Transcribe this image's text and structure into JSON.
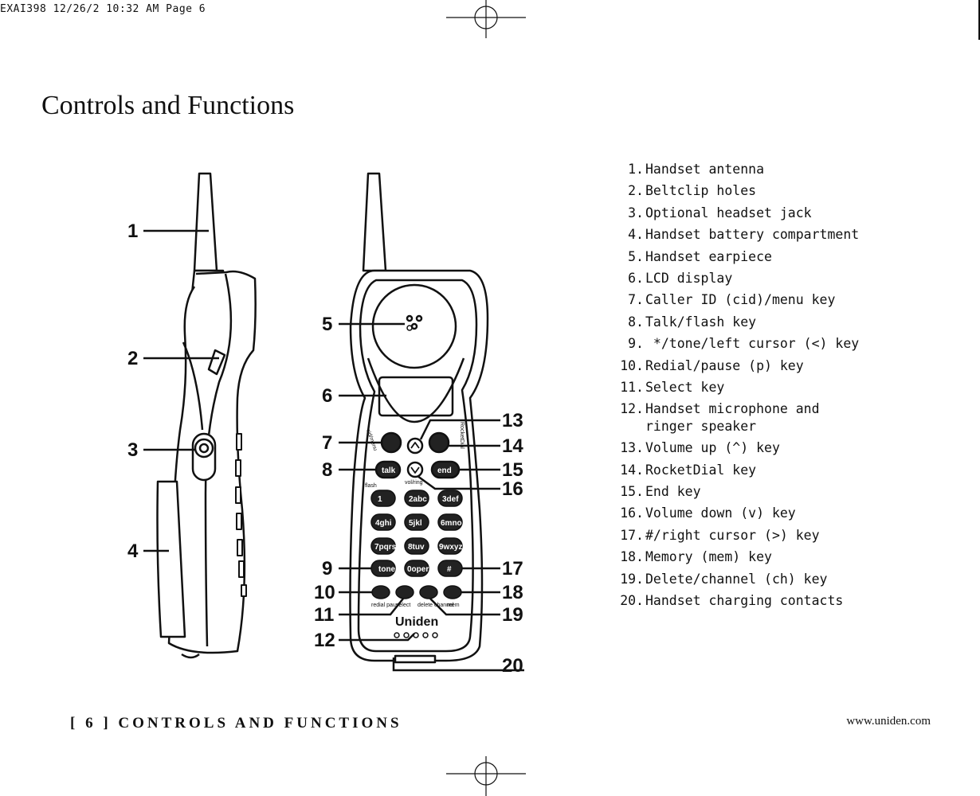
{
  "header": {
    "print_info": "EXAI398  12/26/2 10:32 AM  Page 6"
  },
  "title": "Controls and Functions",
  "callouts": [
    "1",
    "2",
    "3",
    "4",
    "5",
    "6",
    "7",
    "8",
    "9",
    "10",
    "11",
    "12",
    "13",
    "14",
    "15",
    "16",
    "17",
    "18",
    "19",
    "20"
  ],
  "keys": {
    "talk": "talk",
    "end": "end",
    "flash": "flash",
    "vol_ring": "vol/ring",
    "k1": "1",
    "k2": "2abc",
    "k3": "3def",
    "k4": "4ghi",
    "k5": "5jkl",
    "k6": "6mno",
    "k7": "7pqrs",
    "k8": "8tuv",
    "k9": "9wxyz",
    "kstar": "tone",
    "k0": "0oper",
    "khash": "#",
    "redial": "redial pause",
    "select": "select",
    "delete": "delete channel",
    "mem": "mem",
    "cid_menu": "cid/menu",
    "rocketdial": "RocketDial",
    "brand": "Uniden"
  },
  "items": [
    {
      "num": "1.",
      "text": "Handset antenna"
    },
    {
      "num": "2.",
      "text": "Beltclip holes"
    },
    {
      "num": "3.",
      "text": "Optional headset jack"
    },
    {
      "num": "4.",
      "text": "Handset battery compartment"
    },
    {
      "num": "5.",
      "text": "Handset earpiece"
    },
    {
      "num": "6.",
      "text": "LCD display"
    },
    {
      "num": "7.",
      "text": "Caller ID (cid)/menu key"
    },
    {
      "num": "8.",
      "text": "Talk/flash key"
    },
    {
      "num": "9.",
      "text": " */tone/left cursor (<) key"
    },
    {
      "num": "10.",
      "text": "Redial/pause (p) key"
    },
    {
      "num": "11.",
      "text": "Select key"
    },
    {
      "num": "12.",
      "text": "Handset microphone and\nringer speaker"
    },
    {
      "num": "13.",
      "text": "Volume up (^) key"
    },
    {
      "num": "14.",
      "text": "RocketDial key"
    },
    {
      "num": "15.",
      "text": "End key"
    },
    {
      "num": "16.",
      "text": "Volume down (v) key"
    },
    {
      "num": "17.",
      "text": "#/right cursor (>) key"
    },
    {
      "num": "18.",
      "text": "Memory (mem) key"
    },
    {
      "num": "19.",
      "text": "Delete/channel (ch) key"
    },
    {
      "num": "20.",
      "text": "Handset charging contacts"
    }
  ],
  "footer": {
    "section": "[ 6 ]   CONTROLS AND FUNCTIONS",
    "url": "www.uniden.com"
  }
}
